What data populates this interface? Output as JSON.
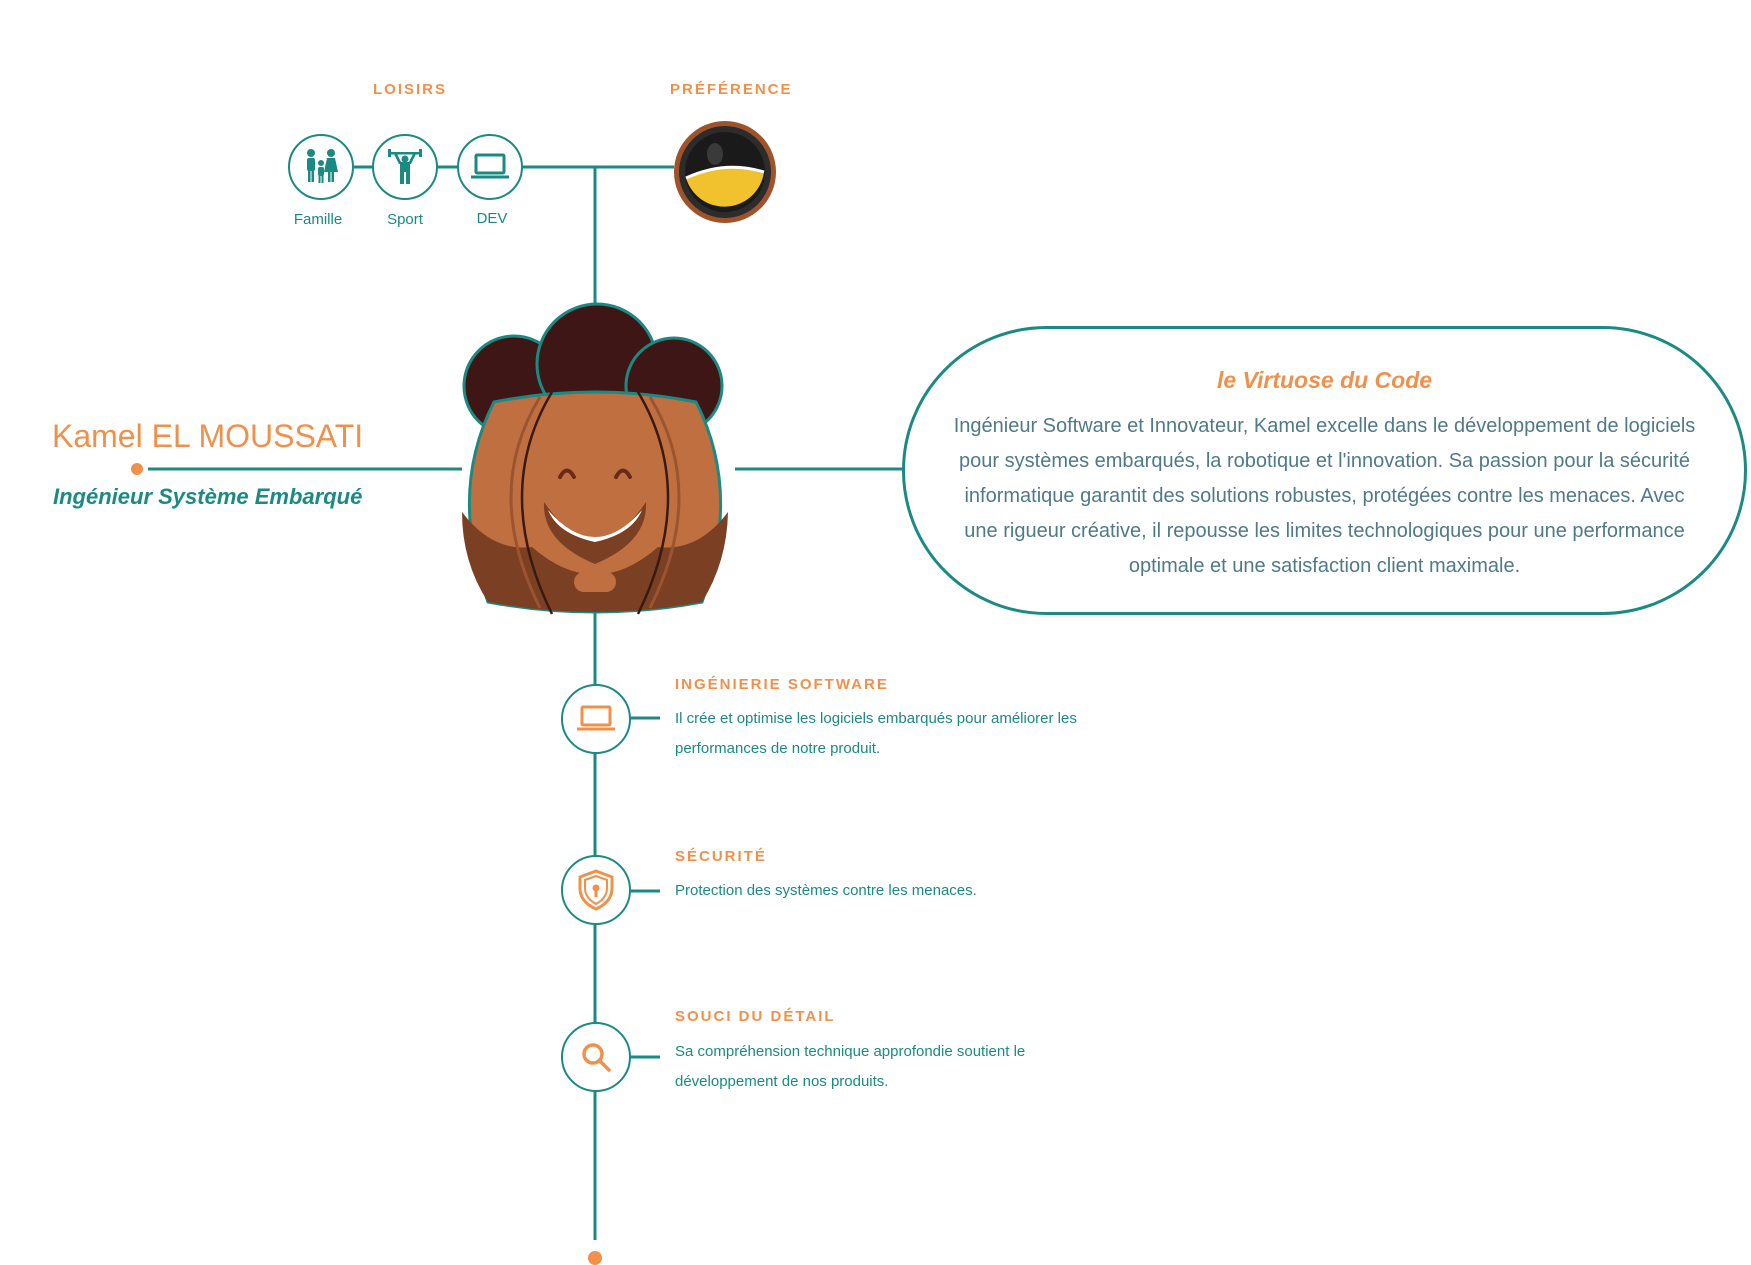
{
  "colors": {
    "teal": "#1b8a83",
    "orange": "#f0914b",
    "slate": "#4f7a88"
  },
  "hobbies": {
    "title": "LOISIRS",
    "items": [
      {
        "label": "Famille",
        "icon": "family-icon"
      },
      {
        "label": "Sport",
        "icon": "weightlifting-icon"
      },
      {
        "label": "DEV",
        "icon": "laptop-icon"
      }
    ]
  },
  "preference": {
    "title": "PRÉFÉRENCE",
    "icon": "beer-mug-icon"
  },
  "profile": {
    "name": "Kamel EL MOUSSATI",
    "role": "Ingénieur Système Embarqué",
    "avatar": "cartoon-face-avatar"
  },
  "bio": {
    "title": "le Virtuose du Code",
    "text": "Ingénieur Software et Innovateur, Kamel excelle dans le développement de logiciels pour systèmes embarqués, la robotique et l'innovation. Sa passion pour la sécurité informatique garantit des solutions robustes, protégées contre les menaces. Avec une rigueur créative, il repousse les limites technologiques pour une performance optimale et une satisfaction client maximale."
  },
  "features": [
    {
      "title": "INGÉNIERIE SOFTWARE",
      "text": "Il crée et optimise les logiciels embarqués pour améliorer les performances de notre produit.",
      "icon": "laptop-icon"
    },
    {
      "title": "SÉCURITÉ",
      "text": "Protection des systèmes contre les menaces.",
      "icon": "shield-lock-icon"
    },
    {
      "title": "SOUCI DU DÉTAIL",
      "text": "Sa compréhension technique approfondie soutient le développement de nos produits.",
      "icon": "magnifier-icon"
    }
  ]
}
